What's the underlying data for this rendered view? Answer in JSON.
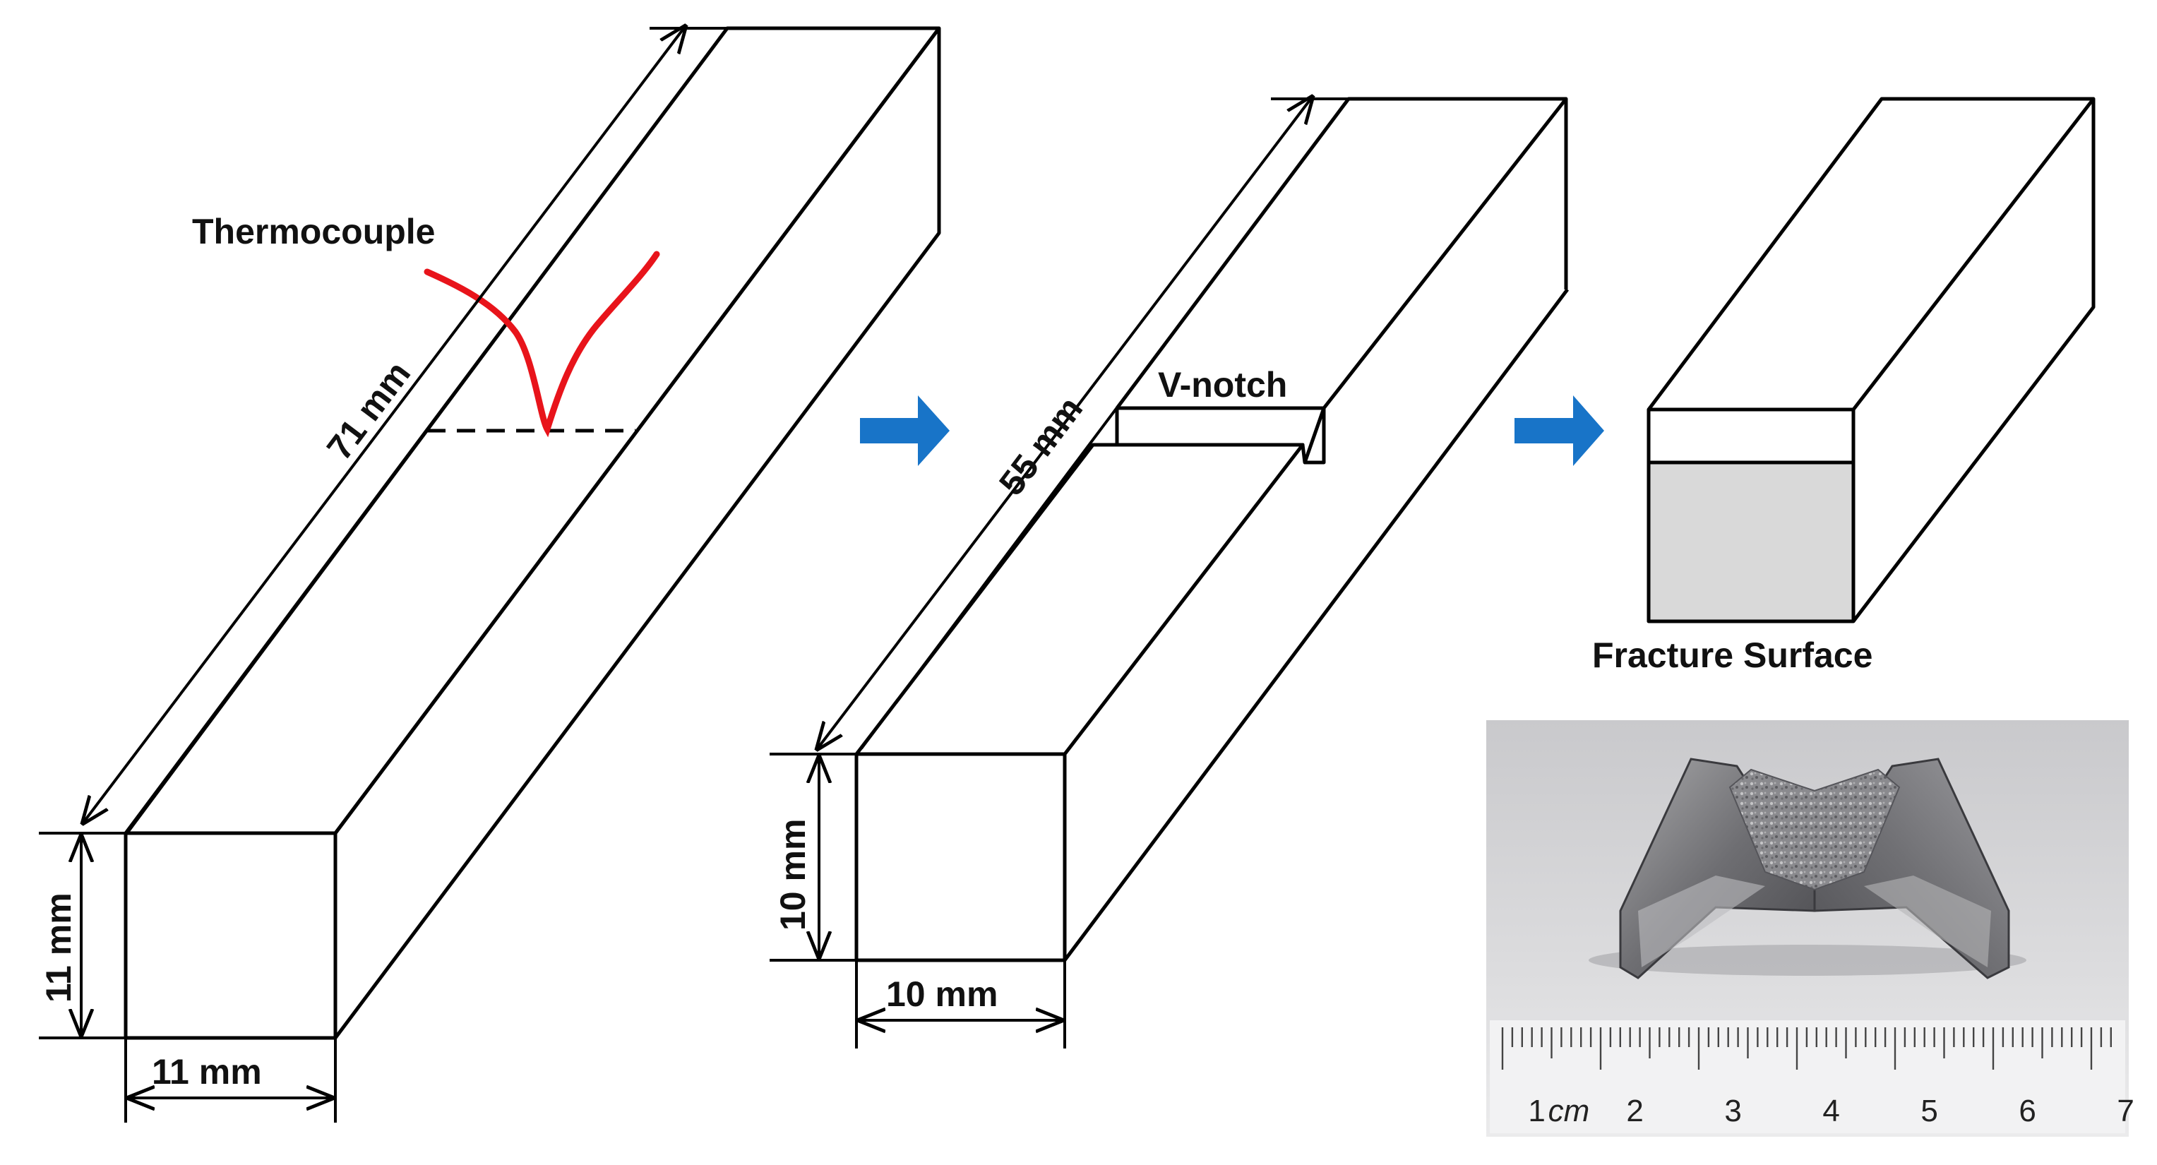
{
  "labels": {
    "thermocouple": "Thermocouple",
    "length_1": "71 mm",
    "height_1": "11 mm",
    "width_1": "11 mm",
    "vnotch": "V-notch",
    "length_2": "55 mm",
    "height_2": "10 mm",
    "width_2": "10 mm",
    "fracture_surface": "Fracture Surface"
  },
  "ruler": {
    "unit": "cm",
    "numbers": [
      "1",
      "2",
      "3",
      "4",
      "5",
      "6",
      "7"
    ]
  },
  "colors": {
    "thermocouple_wire": "#e8141b",
    "flow_arrow": "#1874c8",
    "fracture_fill": "#d9d9d9",
    "photo_background": "#cfcfd1"
  },
  "icons": {
    "flow_arrow": "right-arrow-icon"
  }
}
